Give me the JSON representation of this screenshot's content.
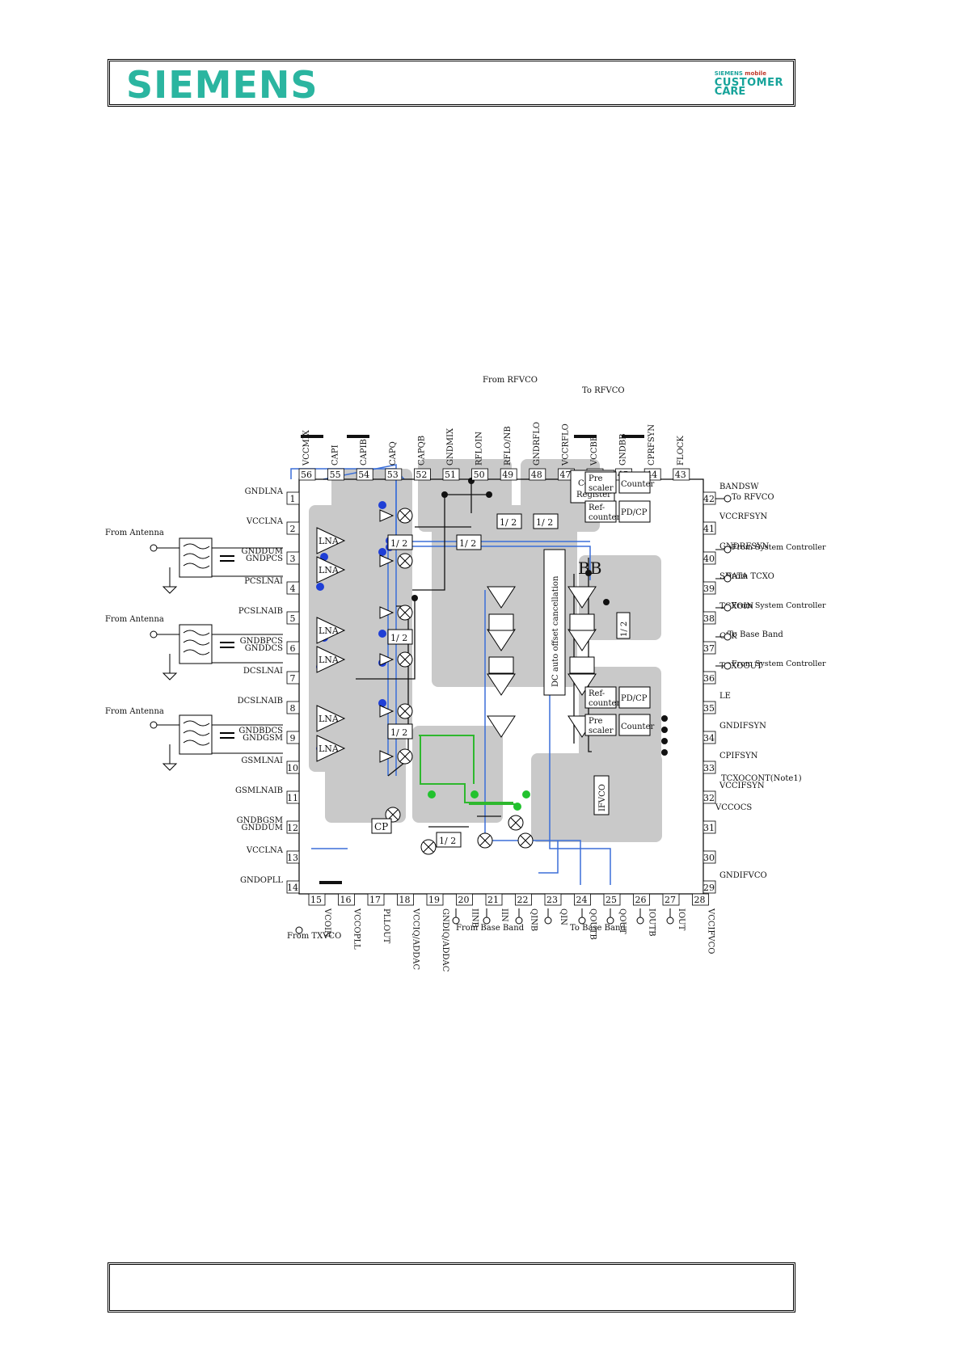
{
  "header": {
    "logo_text": "SIEMENS",
    "badge_line1": "SIEMENS",
    "badge_line1b": "mobile",
    "badge_line2": "CUSTOMER",
    "badge_line3": "CARE"
  },
  "diagram": {
    "center_label": "BB",
    "dc_label": "DC auto offset cancellation",
    "control_register_1": "Control",
    "control_register_2": "Register",
    "block_labels": {
      "lna": "LNA",
      "half": "1/ 2",
      "pre1": "Pre",
      "pre2": "scaler",
      "counter": "Counter",
      "ref1": "Ref-",
      "ref2": "counter",
      "pdcp": "PD/CP",
      "cp": "CP",
      "ifvco": "IFVCO"
    },
    "top_pins": [
      {
        "num": "56",
        "name": "VCCMIX"
      },
      {
        "num": "55",
        "name": "CAPI"
      },
      {
        "num": "54",
        "name": "CAPIB"
      },
      {
        "num": "53",
        "name": "CAPQ"
      },
      {
        "num": "52",
        "name": "CAPQB"
      },
      {
        "num": "51",
        "name": "GNDMIX"
      },
      {
        "num": "50",
        "name": "RFLOIN"
      },
      {
        "num": "49",
        "name": "RFLO/NB"
      },
      {
        "num": "48",
        "name": "GNDRFLO"
      },
      {
        "num": "47",
        "name": "VCCRFLO"
      },
      {
        "num": "46",
        "name": "VCCBB"
      },
      {
        "num": "45",
        "name": "GNDBB"
      },
      {
        "num": "44",
        "name": "CPRFSYN"
      },
      {
        "num": "43",
        "name": "FLOCK"
      }
    ],
    "left_pins": [
      {
        "num": "1",
        "name": "GNDLNA"
      },
      {
        "num": "2",
        "name": "VCCLNA"
      },
      {
        "num": "3",
        "name": "GNDDUM\nGNDPCS"
      },
      {
        "num": "4",
        "name": "PCSLNAI"
      },
      {
        "num": "5",
        "name": "PCSLNAIB"
      },
      {
        "num": "6",
        "name": "GNDBPCS\nGNDDCS"
      },
      {
        "num": "7",
        "name": "DCSLNAI"
      },
      {
        "num": "8",
        "name": "DCSLNAIB"
      },
      {
        "num": "9",
        "name": "GNDBDCS\nGNDGSM"
      },
      {
        "num": "10",
        "name": "GSMLNAI"
      },
      {
        "num": "11",
        "name": "GSMLNAIB"
      },
      {
        "num": "12",
        "name": "GNDBGSM\nGNDDUM"
      },
      {
        "num": "13",
        "name": "VCCLNA"
      },
      {
        "num": "14",
        "name": "GNDOPLL"
      }
    ],
    "right_pins": [
      {
        "num": "42",
        "name": "BANDSW"
      },
      {
        "num": "41",
        "name": "VCCRFSYN"
      },
      {
        "num": "40",
        "name": "GNDRFSYN"
      },
      {
        "num": "39",
        "name": "SDATA"
      },
      {
        "num": "38",
        "name": "TCXOIN"
      },
      {
        "num": "37",
        "name": "CLK"
      },
      {
        "num": "36",
        "name": "TCXOOUT"
      },
      {
        "num": "35",
        "name": "LE"
      },
      {
        "num": "34",
        "name": "GNDIFSYN"
      },
      {
        "num": "33",
        "name": "CPIFSYN"
      },
      {
        "num": "32",
        "name": "VCCIFSYN"
      },
      {
        "num": "31",
        "name": ""
      },
      {
        "num": "30",
        "name": ""
      },
      {
        "num": "29",
        "name": "GNDIFVCO"
      }
    ],
    "bottom_pins": [
      {
        "num": "15",
        "name": "VCOIN"
      },
      {
        "num": "16",
        "name": "VCCOPLL"
      },
      {
        "num": "17",
        "name": "PLLOUT"
      },
      {
        "num": "18",
        "name": "VCCIQ/ADDAC"
      },
      {
        "num": "19",
        "name": "GNDIQ/ADDAC"
      },
      {
        "num": "20",
        "name": "IINB"
      },
      {
        "num": "21",
        "name": "IIN"
      },
      {
        "num": "22",
        "name": "QINB"
      },
      {
        "num": "23",
        "name": "QIN"
      },
      {
        "num": "24",
        "name": "QOUTB"
      },
      {
        "num": "25",
        "name": "QOUT"
      },
      {
        "num": "26",
        "name": "IOUTB"
      },
      {
        "num": "27",
        "name": "IOUT"
      },
      {
        "num": "28",
        "name": "VCCIFVCO"
      }
    ],
    "external_labels": {
      "from_rfvco": "From RFVCO",
      "to_rfvco_top": "To RFVCO",
      "to_rfvco_right": "To RFVCO",
      "from_antenna": "From Antenna",
      "from_sys_ctrl": "From System Controller",
      "from_tcxo": "From TCXO",
      "to_base_band": "To Base Band",
      "tcxocont": "TCXOCONT(Note1)",
      "vccocs": "VCCOCS",
      "from_base_band": "From Base Band",
      "from_txvco": "From TXVCO"
    }
  }
}
